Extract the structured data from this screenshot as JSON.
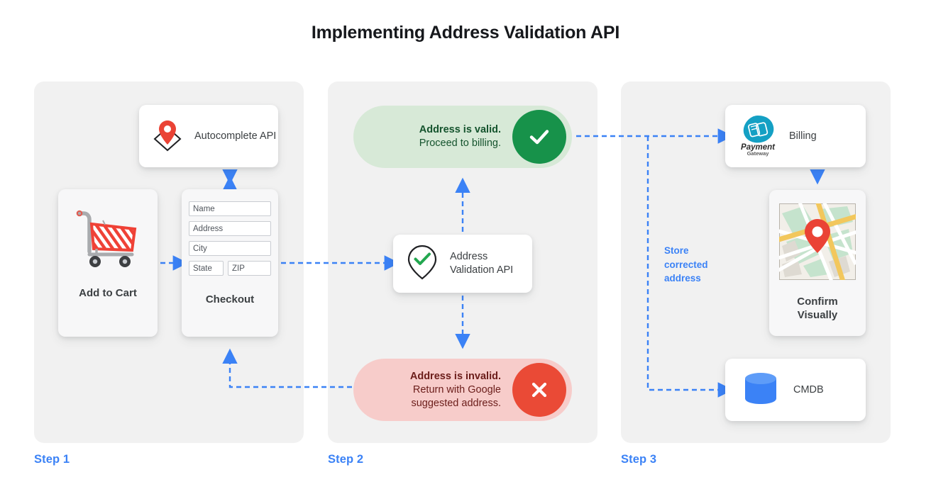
{
  "title": "Implementing Address Validation API",
  "theme": {
    "accent_blue": "#3b82f6",
    "panel_bg": "#f1f1f1",
    "valid_pill_bg": "#d7e9d7",
    "valid_badge": "#17924a",
    "invalid_pill_bg": "#f7ccca",
    "invalid_badge": "#ea4a36",
    "pin_red": "#ea4335",
    "payment_teal": "#14a0c4",
    "db_blue": "#3b82f6"
  },
  "steps": [
    {
      "label": "Step 1"
    },
    {
      "label": "Step 2"
    },
    {
      "label": "Step 3"
    }
  ],
  "step1": {
    "autocomplete": {
      "icon": "map-pin-diamond-icon",
      "label": "Autocomplete API"
    },
    "add_to_cart": {
      "icon": "shopping-cart-icon",
      "caption": "Add to Cart"
    },
    "checkout": {
      "caption": "Checkout",
      "fields": [
        {
          "name": "name-field",
          "placeholder": "Name"
        },
        {
          "name": "address-field",
          "placeholder": "Address"
        },
        {
          "name": "city-field",
          "placeholder": "City"
        },
        {
          "name": "state-field",
          "placeholder": "State"
        },
        {
          "name": "zip-field",
          "placeholder": "ZIP"
        }
      ]
    }
  },
  "step2": {
    "valid": {
      "line1": "Address is valid.",
      "line2": "Proceed to billing.",
      "badge_icon": "check-icon"
    },
    "validation_api": {
      "icon": "pin-check-icon",
      "line1": "Address",
      "line2": "Validation API"
    },
    "invalid": {
      "line1": "Address is invalid.",
      "line2": "Return with Google",
      "line3": "suggested address.",
      "badge_icon": "close-icon"
    }
  },
  "step3": {
    "billing": {
      "logo_primary": "Payment",
      "logo_secondary": "Gateway",
      "icon": "payment-gateway-icon",
      "label": "Billing"
    },
    "confirm": {
      "icon": "map-thumbnail-icon",
      "line1": "Confirm",
      "line2": "Visually"
    },
    "cmdb": {
      "icon": "database-icon",
      "label": "CMDB"
    },
    "connector_note": "Store corrected address"
  }
}
